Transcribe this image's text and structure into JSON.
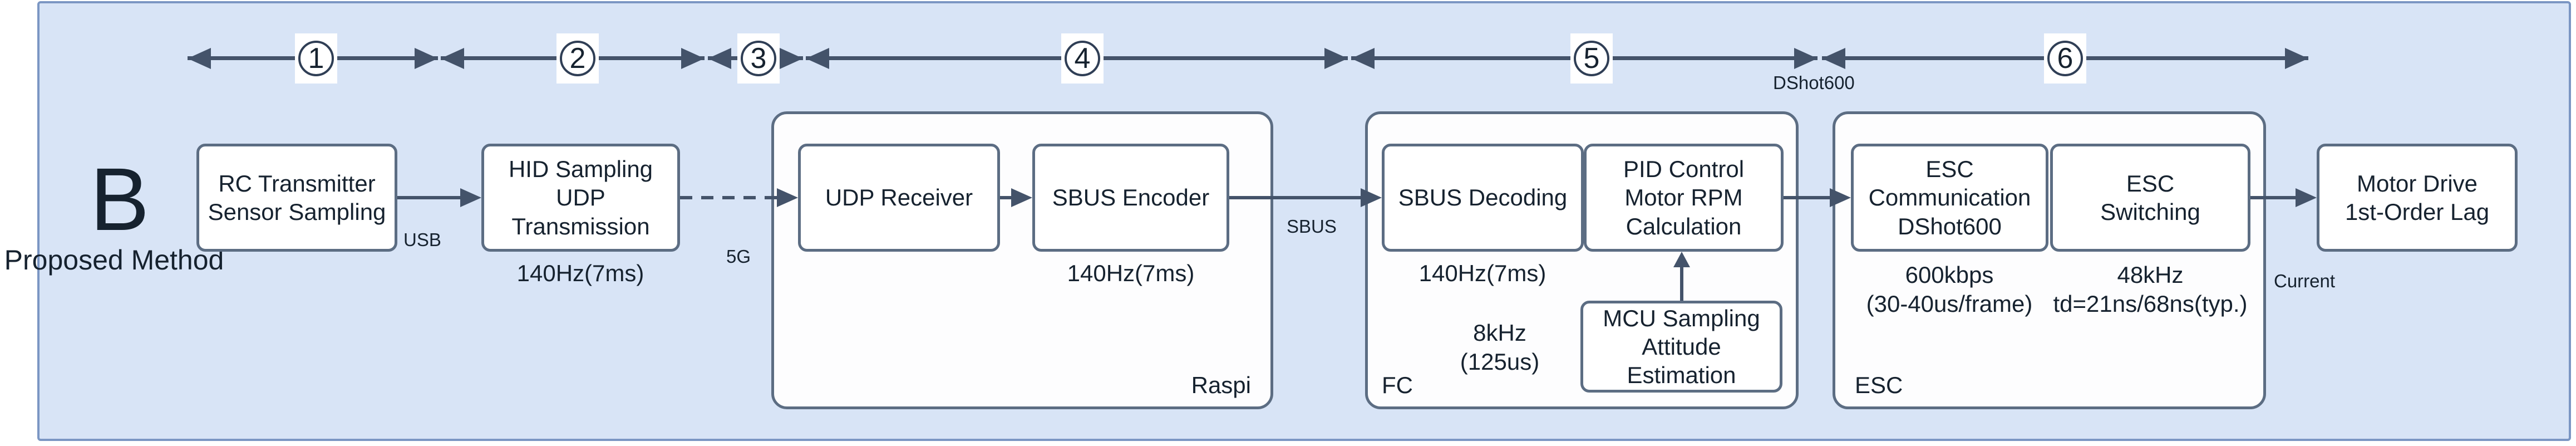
{
  "title": {
    "letter": "B",
    "method": "Proposed Method"
  },
  "timeline": {
    "numbers": [
      "1",
      "2",
      "3",
      "4",
      "5",
      "6"
    ],
    "dshot_label": "DShot600"
  },
  "edges": {
    "usb": "USB",
    "fiveg": "5G",
    "sbus": "SBUS",
    "current": "Current"
  },
  "blocks": {
    "rc": "RC Transmitter\nSensor Sampling",
    "hid": "HID Sampling\nUDP\nTransmission",
    "udp_receiver": "UDP Receiver",
    "sbus_encoder": "SBUS Encoder",
    "sbus_decoding": "SBUS Decoding",
    "pid": "PID Control\nMotor RPM\nCalculation",
    "mcu": "MCU Sampling\nAttitude\nEstimation",
    "esc_comm": "ESC\nCommunication\nDShot600",
    "esc_switching": "ESC\nSwitching",
    "motor": "Motor Drive\n1st-Order Lag"
  },
  "rates": {
    "hid": "140Hz(7ms)",
    "encoder": "140Hz(7ms)",
    "decoder": "140Hz(7ms)",
    "mcu": "8kHz\n(125us)",
    "esc_comm": "600kbps\n(30-40us/frame)",
    "esc_switching": "48kHz\ntd=21ns/68ns(typ.)"
  },
  "containers": {
    "raspi": "Raspi",
    "fc": "FC",
    "esc": "ESC"
  },
  "colors": {
    "panel_fill": "#d8e4f6",
    "panel_border": "#7b96c3",
    "node_border": "#5c6d83",
    "arrow": "#44536a",
    "text": "#16222f"
  }
}
